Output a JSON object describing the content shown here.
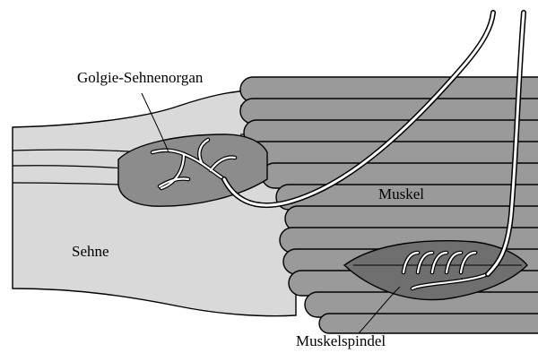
{
  "labels": {
    "golgi_tendon_organ": "Golgie-Sehnenorgan",
    "muscle": "Muskel",
    "tendon": "Sehne",
    "muscle_spindle": "Muskelspindel"
  },
  "colors": {
    "tendon_fill": "#d9d9d9",
    "muscle_fill": "#9a9a9a",
    "golgi_fill": "#8c8c8c",
    "spindle_fill": "#6f6f6f",
    "nerve_fill": "#ffffff",
    "outline": "#000000"
  }
}
